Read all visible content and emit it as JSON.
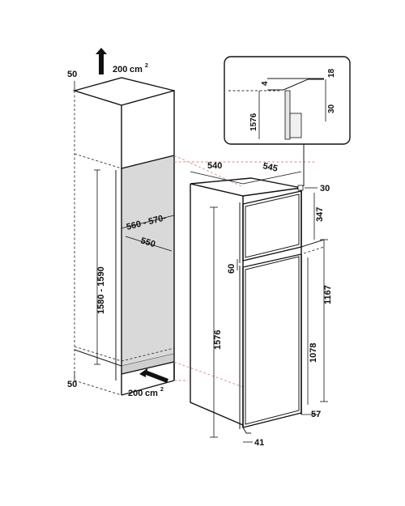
{
  "airflow": {
    "top_area_value": "200",
    "top_area_unit": "cm",
    "top_area_exp": "2",
    "bottom_area_value": "200",
    "bottom_area_unit": "cm",
    "bottom_area_exp": "2"
  },
  "niche": {
    "top_offset": "50",
    "bottom_offset": "50",
    "height": "1580 - 1590",
    "width": "560 - 570-",
    "depth": "550"
  },
  "appliance": {
    "width": "540",
    "depth": "545",
    "top_gap": "30",
    "freezer_door_height": "347",
    "door_gap": "60",
    "fridge_door_upper": "1167",
    "fridge_door_lower": "1078",
    "total_height": "1576",
    "bottom_gap": "57",
    "base_depth": "41"
  },
  "detail": {
    "gap_top": "4",
    "gap_right_top": "18",
    "gap_right_bottom": "30",
    "height": "1576"
  },
  "colors": {
    "niche_interior": "#d9d9d9",
    "guide_lines": "#d98c8c",
    "line": "#111111"
  }
}
